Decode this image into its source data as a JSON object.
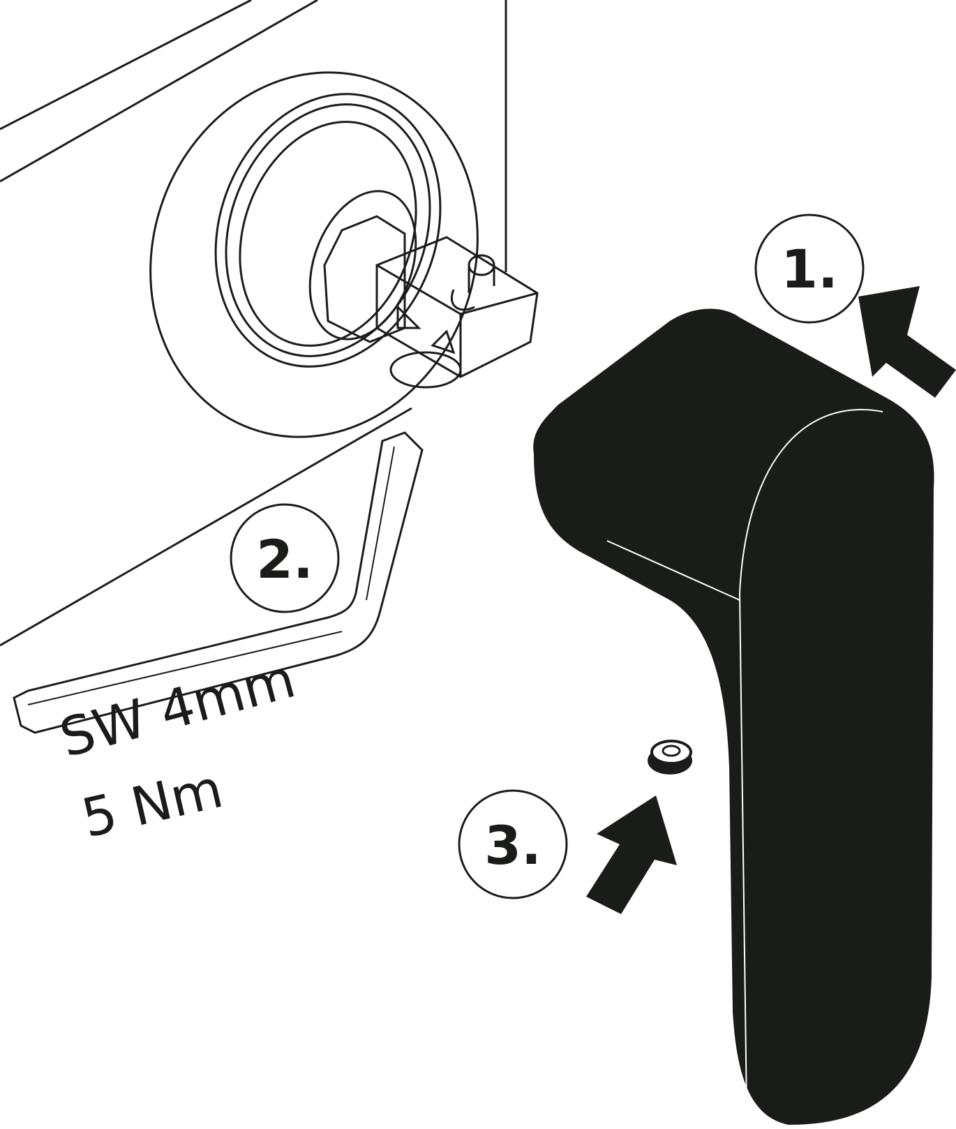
{
  "steps": [
    {
      "label": "1."
    },
    {
      "label": "2."
    },
    {
      "label": "3."
    }
  ],
  "tool_spec": {
    "wrench_size": "SW 4mm",
    "torque": "5 Nm"
  },
  "colors": {
    "ink": "#1a1c1a",
    "background": "#ffffff"
  }
}
